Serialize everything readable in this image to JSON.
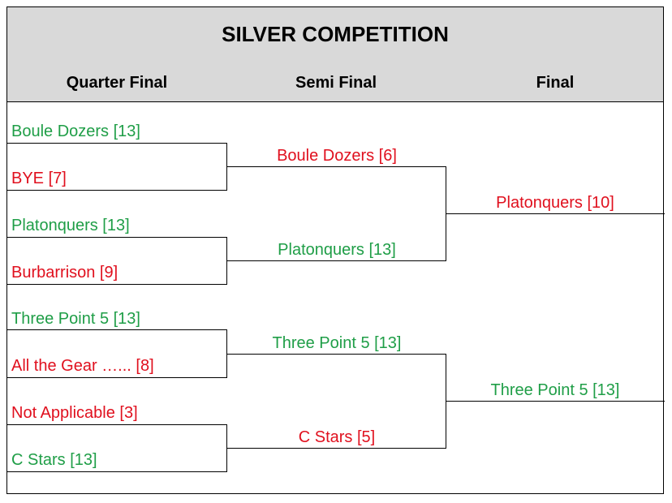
{
  "title": "SILVER COMPETITION",
  "columns": [
    "Quarter Final",
    "Semi Final",
    "Final"
  ],
  "quarter_final": [
    {
      "team": "Boule Dozers [13]",
      "result": "win"
    },
    {
      "team": "BYE [7]",
      "result": "lose"
    },
    {
      "team": "Platonquers [13]",
      "result": "win"
    },
    {
      "team": "Burbarrison [9]",
      "result": "lose"
    },
    {
      "team": "Three Point 5 [13]",
      "result": "win"
    },
    {
      "team": "All the Gear …... [8]",
      "result": "lose"
    },
    {
      "team": "Not Applicable [3]",
      "result": "lose"
    },
    {
      "team": "C Stars [13]",
      "result": "win"
    }
  ],
  "semi_final": [
    {
      "team": "Boule Dozers [6]",
      "result": "lose"
    },
    {
      "team": "Platonquers [13]",
      "result": "win"
    },
    {
      "team": "Three Point 5 [13]",
      "result": "win"
    },
    {
      "team": "C Stars [5]",
      "result": "lose"
    }
  ],
  "final": [
    {
      "team": "Platonquers [10]",
      "result": "lose"
    },
    {
      "team": "Three Point 5 [13]",
      "result": "win"
    }
  ],
  "colors": {
    "win": "#1f9e47",
    "lose": "#e0101e",
    "header_bg": "#d9d9d9"
  }
}
